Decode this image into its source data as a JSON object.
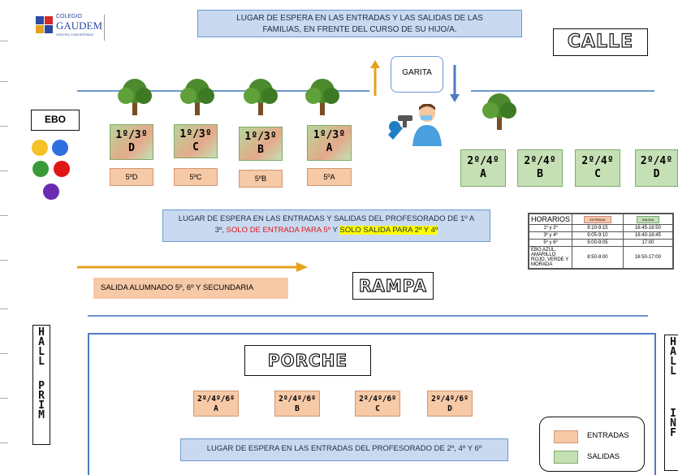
{
  "logo": {
    "line1": "COLEGIO",
    "line2": "GAUDEM",
    "line3": "CENTRO CONCERTADO"
  },
  "top_banner": "LUGAR DE ESPERA EN LAS ENTRADAS Y LAS SALIDAS DE LAS FAMILIAS, EN FRENTE DEL CURSO DE SU HIJO/A.",
  "calle": "CALLE",
  "garita": "GARITA",
  "ebo": {
    "label": "EBO",
    "colors": [
      "#f5c228",
      "#2f6ee0",
      "#3a9a3a",
      "#e01515",
      "#6a2bb0"
    ]
  },
  "left_groups": [
    {
      "top": "1º/3º",
      "bottom": "D",
      "entry": "5ºD"
    },
    {
      "top": "1º/3º",
      "bottom": "C",
      "entry": "5ºC"
    },
    {
      "top": "1º/3º",
      "bottom": "B",
      "entry": "5ºB"
    },
    {
      "top": "1º/3º",
      "bottom": "A",
      "entry": "5ºA"
    }
  ],
  "right_groups": [
    {
      "top": "2º/4º",
      "bottom": "A"
    },
    {
      "top": "2º/4º",
      "bottom": "B"
    },
    {
      "top": "2º/4º",
      "bottom": "C"
    },
    {
      "top": "2º/4º",
      "bottom": "D"
    }
  ],
  "middle_banner": {
    "line1": "LUGAR DE ESPERA EN LAS ENTRADAS Y SALIDAS DEL PROFESORADO DE 1º A",
    "part_a": "3º, ",
    "part_red": "SOLO DE ENTRADA PARA 5º",
    "part_b": " Y ",
    "part_yellow": "SOLO SALIDA PARA 2º Y 4º"
  },
  "horarios": {
    "title": "HORARIOS",
    "entrada": "ENTRADA",
    "salida": "SALIDA",
    "rows": [
      [
        "1º y 2º",
        "9:10-9:15",
        "16:45-16:50"
      ],
      [
        "3º y 4º",
        "9:05-9:10",
        "16:40-16:45"
      ],
      [
        "5º y 6º",
        "9:00-9:05",
        "17:00"
      ],
      [
        "EBO AZUL, AMARILLO ROJO, VERDE Y MORADA",
        "8:50-9:00",
        "16:50-17:00"
      ]
    ]
  },
  "salida_alumnado": "SALIDA ALUMNADO 5º, 6º Y SECUNDARIA",
  "rampa": "RAMPA",
  "hall_prim": [
    "H",
    "A",
    "L",
    "L",
    "",
    "P",
    "R",
    "I",
    "M"
  ],
  "hall_inf": [
    "H",
    "A",
    "L",
    "L",
    "",
    "I",
    "N",
    "F"
  ],
  "porche": "PORCHE",
  "porche_groups": [
    {
      "top": "2º/4º/6º",
      "bottom": "A"
    },
    {
      "top": "2º/4º/6º",
      "bottom": "B"
    },
    {
      "top": "2º/4º/6º",
      "bottom": "C"
    },
    {
      "top": "2º/4º/6º",
      "bottom": "D"
    }
  ],
  "bottom_banner": "LUGAR DE ESPERA EN LAS ENTRADAS DEL PROFESORADO DE 2º, 4º Y 6º",
  "legend": {
    "entradas": "ENTRADAS",
    "salidas": "SALIDAS"
  }
}
